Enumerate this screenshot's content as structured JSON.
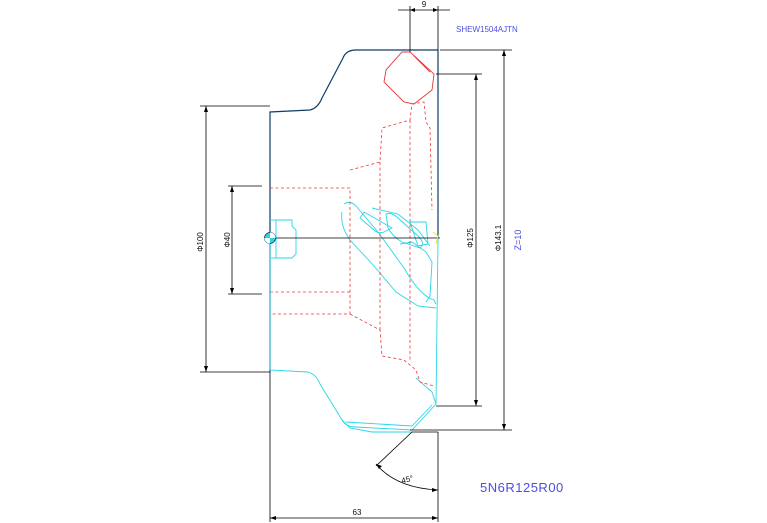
{
  "labels": {
    "insert_code": "SHEW1504AJTN",
    "part_number": "5N6R125R00",
    "teeth": "Z=10"
  },
  "dimensions": {
    "insert_width": "9",
    "dia_100": "Φ100",
    "dia_40": "Φ40",
    "dia_125": "Φ125",
    "dia_143": "Φ143.1",
    "angle": "45°",
    "height": "63"
  },
  "colors": {
    "outline": "#0f3d66",
    "cyan": "#2ad6e6",
    "red": "#e8393b",
    "label_blue": "#4a4ee0"
  }
}
